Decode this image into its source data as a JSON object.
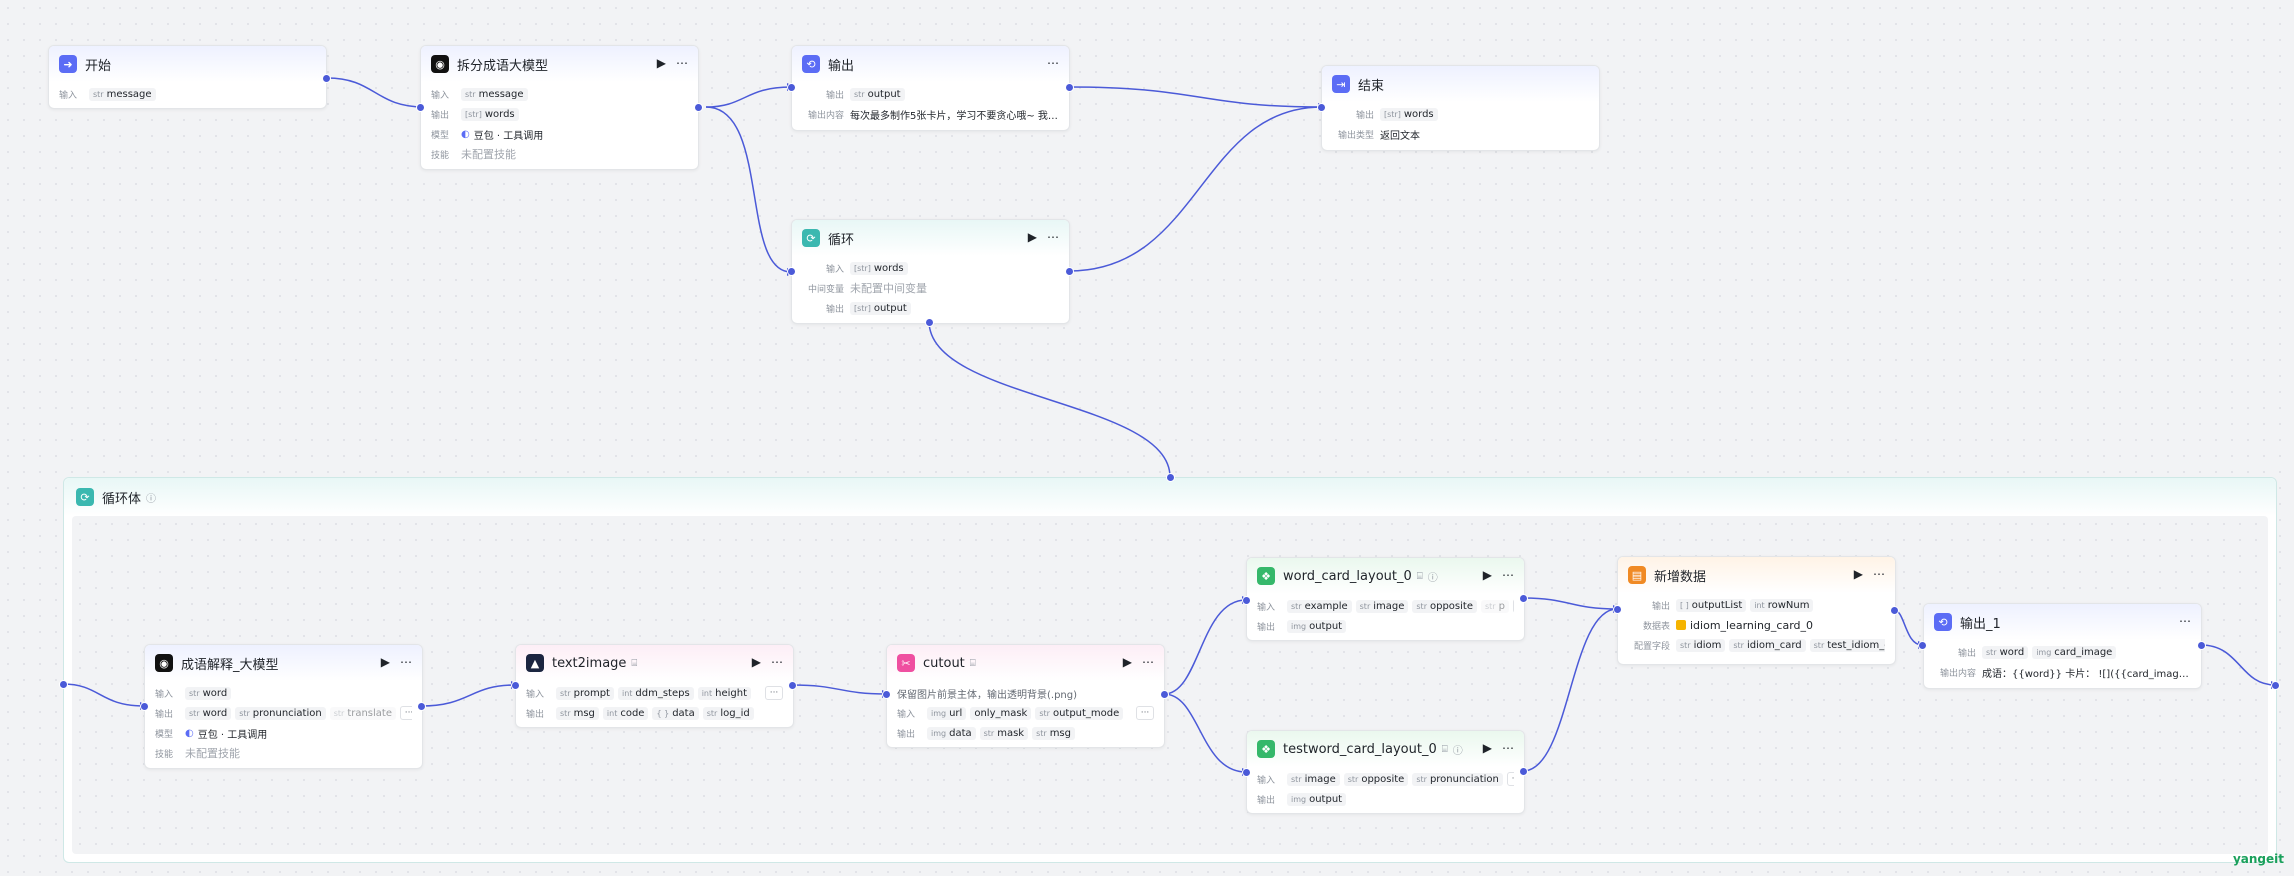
{
  "nodes": {
    "start": {
      "title": "开始",
      "rows": [
        {
          "label": "输入",
          "tags": [
            {
              "t": "str",
              "v": "message"
            }
          ]
        }
      ]
    },
    "split": {
      "title": "拆分成语大模型",
      "rows": [
        {
          "label": "输入",
          "tags": [
            {
              "t": "str",
              "v": "message"
            }
          ]
        },
        {
          "label": "输出",
          "tags": [
            {
              "t": "[str]",
              "v": "words"
            }
          ]
        }
      ],
      "model_label": "模型",
      "model_value": "豆包 · 工具调用",
      "skill_label": "技能",
      "skill_value": "未配置技能"
    },
    "output": {
      "title": "输出",
      "rows": [
        {
          "label": "输出",
          "tags": [
            {
              "t": "str",
              "v": "output"
            }
          ]
        }
      ],
      "content_label": "输出内容",
      "content_value": "每次最多制作5张卡片，学习不要贪心哦~ 我将…"
    },
    "end": {
      "title": "结束",
      "rows": [
        {
          "label": "输出",
          "tags": [
            {
              "t": "[str]",
              "v": "words"
            }
          ]
        }
      ],
      "type_label": "输出类型",
      "type_value": "返回文本"
    },
    "loop": {
      "title": "循环",
      "rows": [
        {
          "label": "输入",
          "tags": [
            {
              "t": "[str]",
              "v": "words"
            }
          ]
        }
      ],
      "var_label": "中间变量",
      "var_value": "未配置中间变量",
      "out_label": "输出",
      "out_tags": [
        {
          "t": "[str]",
          "v": "output"
        }
      ]
    },
    "loop_body": {
      "title": "循环体"
    },
    "idiom_llm": {
      "title": "成语解释_大模型",
      "rows": [
        {
          "label": "输入",
          "tags": [
            {
              "t": "str",
              "v": "word"
            }
          ]
        },
        {
          "label": "输出",
          "tags": [
            {
              "t": "str",
              "v": "word"
            },
            {
              "t": "str",
              "v": "pronunciation"
            },
            {
              "t": "str",
              "v": "translate",
              "fade": true
            }
          ],
          "more": "···"
        }
      ],
      "model_label": "模型",
      "model_value": "豆包 · 工具调用",
      "skill_label": "技能",
      "skill_value": "未配置技能"
    },
    "text2image": {
      "title": "text2image",
      "rows": [
        {
          "label": "输入",
          "tags": [
            {
              "t": "str",
              "v": "prompt"
            },
            {
              "t": "int",
              "v": "ddm_steps"
            },
            {
              "t": "int",
              "v": "height"
            }
          ],
          "more": "···"
        },
        {
          "label": "输出",
          "tags": [
            {
              "t": "str",
              "v": "msg"
            },
            {
              "t": "int",
              "v": "code"
            },
            {
              "t": "{ }",
              "v": "data"
            },
            {
              "t": "str",
              "v": "log_id"
            }
          ]
        }
      ]
    },
    "cutout": {
      "title": "cutout",
      "desc": "保留图片前景主体，输出透明背景(.png)",
      "rows": [
        {
          "label": "输入",
          "tags": [
            {
              "t": "img",
              "v": "url"
            },
            {
              "t": "",
              "v": "only_mask"
            },
            {
              "t": "str",
              "v": "output_mode"
            }
          ],
          "more": "···"
        },
        {
          "label": "输出",
          "tags": [
            {
              "t": "img",
              "v": "data"
            },
            {
              "t": "str",
              "v": "mask"
            },
            {
              "t": "str",
              "v": "msg"
            }
          ]
        }
      ]
    },
    "word_card": {
      "title": "word_card_layout_0",
      "rows": [
        {
          "label": "输入",
          "tags": [
            {
              "t": "str",
              "v": "example"
            },
            {
              "t": "str",
              "v": "image"
            },
            {
              "t": "str",
              "v": "opposite"
            },
            {
              "t": "str",
              "v": "p",
              "fade": true
            }
          ],
          "more": "···"
        },
        {
          "label": "输出",
          "tags": [
            {
              "t": "img",
              "v": "output"
            }
          ]
        }
      ]
    },
    "testword_card": {
      "title": "testword_card_layout_0",
      "rows": [
        {
          "label": "输入",
          "tags": [
            {
              "t": "str",
              "v": "image"
            },
            {
              "t": "str",
              "v": "opposite"
            },
            {
              "t": "str",
              "v": "pronunciation"
            }
          ],
          "more": "···"
        },
        {
          "label": "输出",
          "tags": [
            {
              "t": "img",
              "v": "output"
            }
          ]
        }
      ]
    },
    "add_data": {
      "title": "新增数据",
      "rows": [
        {
          "label": "输出",
          "tags": [
            {
              "t": "[ ]",
              "v": "outputList"
            },
            {
              "t": "int",
              "v": "rowNum"
            }
          ]
        }
      ],
      "db_label": "数据表",
      "db_value": "idiom_learning_card_0",
      "field_label": "配置字段",
      "field_tags": [
        {
          "t": "str",
          "v": "idiom"
        },
        {
          "t": "str",
          "v": "idiom_card"
        },
        {
          "t": "str",
          "v": "test_idiom_card"
        }
      ]
    },
    "output1": {
      "title": "输出_1",
      "rows": [
        {
          "label": "输出",
          "tags": [
            {
              "t": "str",
              "v": "word"
            },
            {
              "t": "img",
              "v": "card_image"
            }
          ]
        }
      ],
      "content_label": "输出内容",
      "content_value": "成语：{{word}} 卡片： ![]({{card_image}}) 如…"
    }
  },
  "icons": {
    "run": "▶",
    "more": "⋯",
    "info": "ⓘ"
  },
  "colors": {
    "edge": "#4b5ad8",
    "accent": "#5b6cf5"
  },
  "watermark": "yangeit"
}
